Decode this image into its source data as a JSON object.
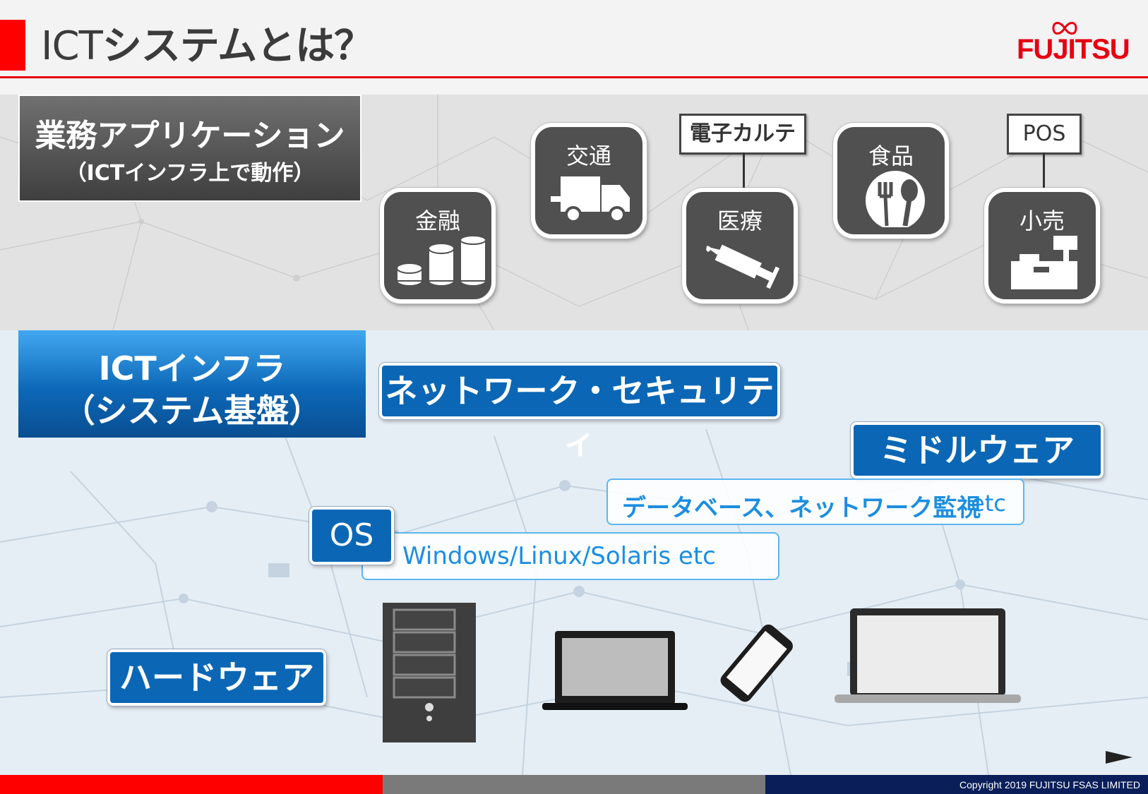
{
  "header": {
    "title_latin": "ICT",
    "title_jp": "システムとは？",
    "logo": "FUJITSU"
  },
  "applications": {
    "title": "業務アプリケーション",
    "subtitle": "（ICTインフラ上で動作）",
    "tiles": [
      {
        "label": "金融",
        "icon": "coins-icon"
      },
      {
        "label": "交通",
        "icon": "truck-icon"
      },
      {
        "label": "医療",
        "icon": "syringe-icon"
      },
      {
        "label": "食品",
        "icon": "plate-utensils-icon"
      },
      {
        "label": "小売",
        "icon": "cash-register-icon"
      }
    ],
    "tags": {
      "medical": "電子カルテ",
      "retail": "POS"
    }
  },
  "infra": {
    "title_line1": "ICTインフラ",
    "title_line2": "（システム基盤）",
    "network_security": "ネットワーク・セキュリティ",
    "middleware": "ミドルウェア",
    "middleware_examples": "データベース、ネットワーク監視",
    "middleware_etc": "etc",
    "os_label": "OS",
    "os_examples": "Windows/Linux/Solaris etc",
    "hardware": "ハードウェア"
  },
  "footer": {
    "copyright": "Copyright 2019 FUJITSU FSAS LIMITED"
  },
  "colors": {
    "brand_red": "#e60012",
    "infra_blue": "#0b67b5",
    "app_gray": "#505050",
    "footer_navy": "#0a1f5a"
  }
}
